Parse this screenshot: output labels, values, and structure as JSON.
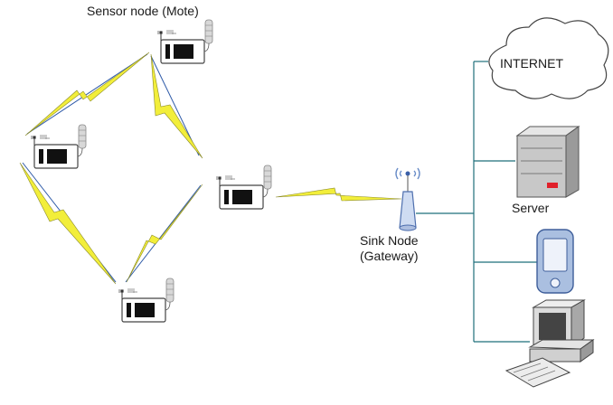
{
  "labels": {
    "sensor_node": "Sensor node (Mote)",
    "internet": "INTERNET",
    "server": "Server",
    "sink_node_line1": "Sink Node",
    "sink_node_line2": "(Gateway)"
  },
  "colors": {
    "lightning": "#f2ee3a",
    "lightning_stroke": "#8a8a2a",
    "link_line": "#2e5aa8",
    "bus_line": "#1f6f7a",
    "mote_body": "#ffffff",
    "mote_display": "#111111",
    "server_body": "#c8c8c8",
    "server_led": "#e0202a",
    "pda_body": "#aabfe0",
    "computer_body": "#dcdcdc"
  },
  "icons": [
    "mote-icon",
    "cloud-icon",
    "server-icon",
    "pda-icon",
    "computer-icon",
    "antenna-icon",
    "lightning-icon"
  ]
}
